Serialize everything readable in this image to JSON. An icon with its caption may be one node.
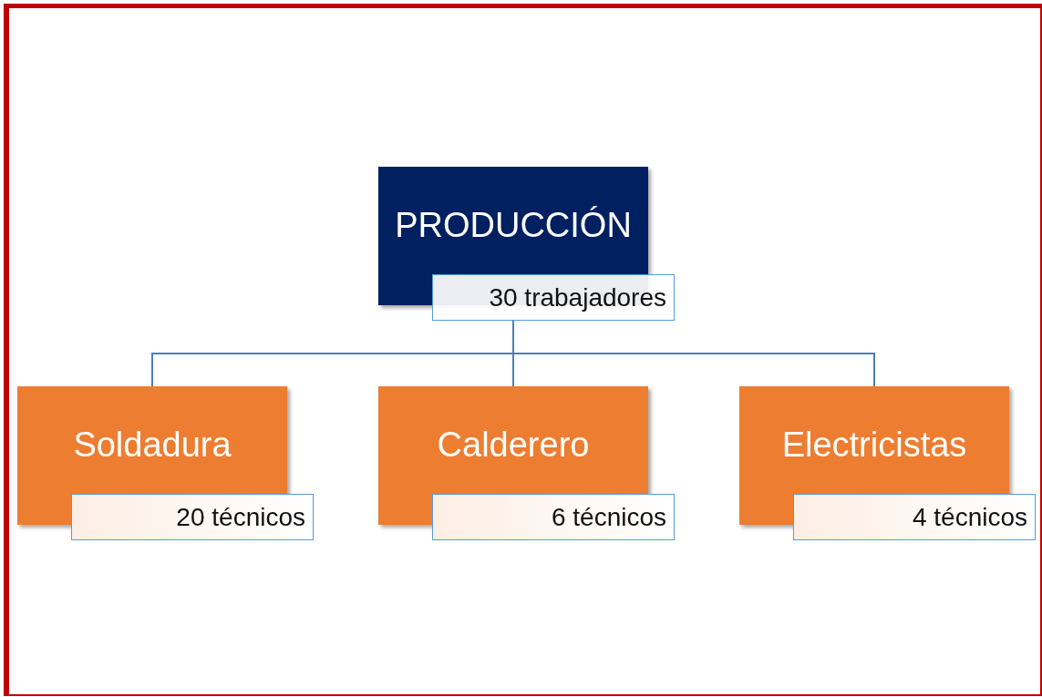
{
  "diagram": {
    "nodes": [
      {
        "text": [
          "PRODUCCIÓN",
          "30 trabajadores"
        ]
      },
      {
        "text": [
          "Soldadura",
          "20 técnicos"
        ]
      },
      {
        "text": [
          "Calderero",
          "6 técnicos"
        ]
      },
      {
        "text": [
          "Electricistas",
          "4 técnicos"
        ]
      }
    ],
    "edges": [
      {
        "from": 0,
        "to": 1,
        "arrow": "none"
      },
      {
        "from": 0,
        "to": 2,
        "arrow": "none"
      },
      {
        "from": 0,
        "to": 3,
        "arrow": "none"
      }
    ]
  }
}
